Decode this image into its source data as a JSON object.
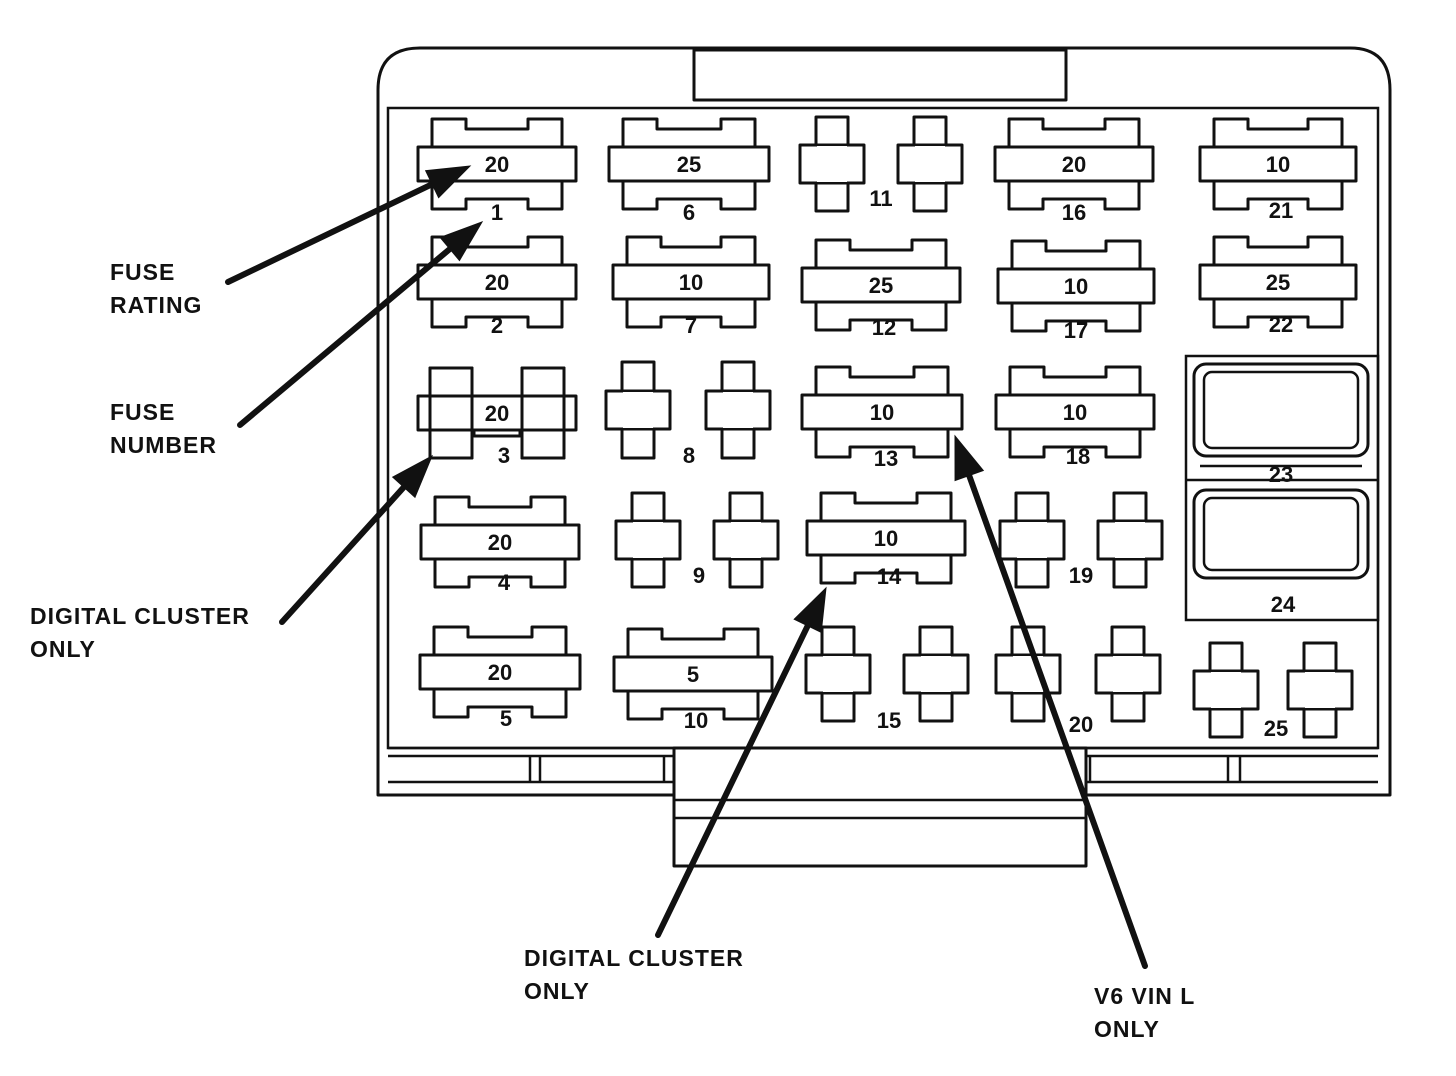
{
  "fuses": [
    {
      "number": "1",
      "rating": "20"
    },
    {
      "number": "2",
      "rating": "20"
    },
    {
      "number": "3",
      "rating": "20"
    },
    {
      "number": "4",
      "rating": "20"
    },
    {
      "number": "5",
      "rating": "20"
    },
    {
      "number": "6",
      "rating": "25"
    },
    {
      "number": "7",
      "rating": "10"
    },
    {
      "number": "8",
      "rating": ""
    },
    {
      "number": "9",
      "rating": ""
    },
    {
      "number": "10",
      "rating": "5"
    },
    {
      "number": "11",
      "rating": ""
    },
    {
      "number": "12",
      "rating": "25"
    },
    {
      "number": "13",
      "rating": "10"
    },
    {
      "number": "14",
      "rating": "10"
    },
    {
      "number": "15",
      "rating": ""
    },
    {
      "number": "16",
      "rating": "20"
    },
    {
      "number": "17",
      "rating": "10"
    },
    {
      "number": "18",
      "rating": "10"
    },
    {
      "number": "19",
      "rating": ""
    },
    {
      "number": "20",
      "rating": ""
    },
    {
      "number": "21",
      "rating": "10"
    },
    {
      "number": "22",
      "rating": "25"
    },
    {
      "number": "23",
      "rating": ""
    },
    {
      "number": "24",
      "rating": ""
    },
    {
      "number": "25",
      "rating": ""
    }
  ],
  "callouts": {
    "fuse_rating": [
      "FUSE",
      "RATING"
    ],
    "fuse_number": [
      "FUSE",
      "NUMBER"
    ],
    "digital_cluster_left": [
      "DIGITAL CLUSTER",
      "ONLY"
    ],
    "digital_cluster_bottom": [
      "DIGITAL CLUSTER",
      "ONLY"
    ],
    "v6_vin_l": [
      "V6 VIN L",
      "ONLY"
    ]
  }
}
